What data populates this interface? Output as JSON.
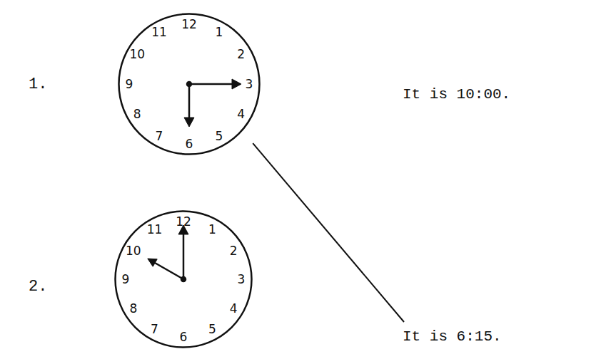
{
  "diagram": {
    "nodes": [
      {
        "text": [
          "12",
          "1",
          "2",
          "3",
          "4",
          "5",
          "6",
          "7",
          "8",
          "9",
          "10",
          "11"
        ]
      },
      {
        "text": [
          "It is 10:00."
        ]
      },
      {
        "text": [
          "12",
          "1",
          "2",
          "3",
          "4",
          "5",
          "6",
          "7",
          "8",
          "9",
          "10",
          "11"
        ]
      },
      {
        "text": [
          "It is 6:15."
        ]
      }
    ],
    "edges": [
      {
        "from": 0,
        "to": 3,
        "arrow": "none"
      }
    ],
    "labels": [
      "1.",
      "2."
    ]
  }
}
